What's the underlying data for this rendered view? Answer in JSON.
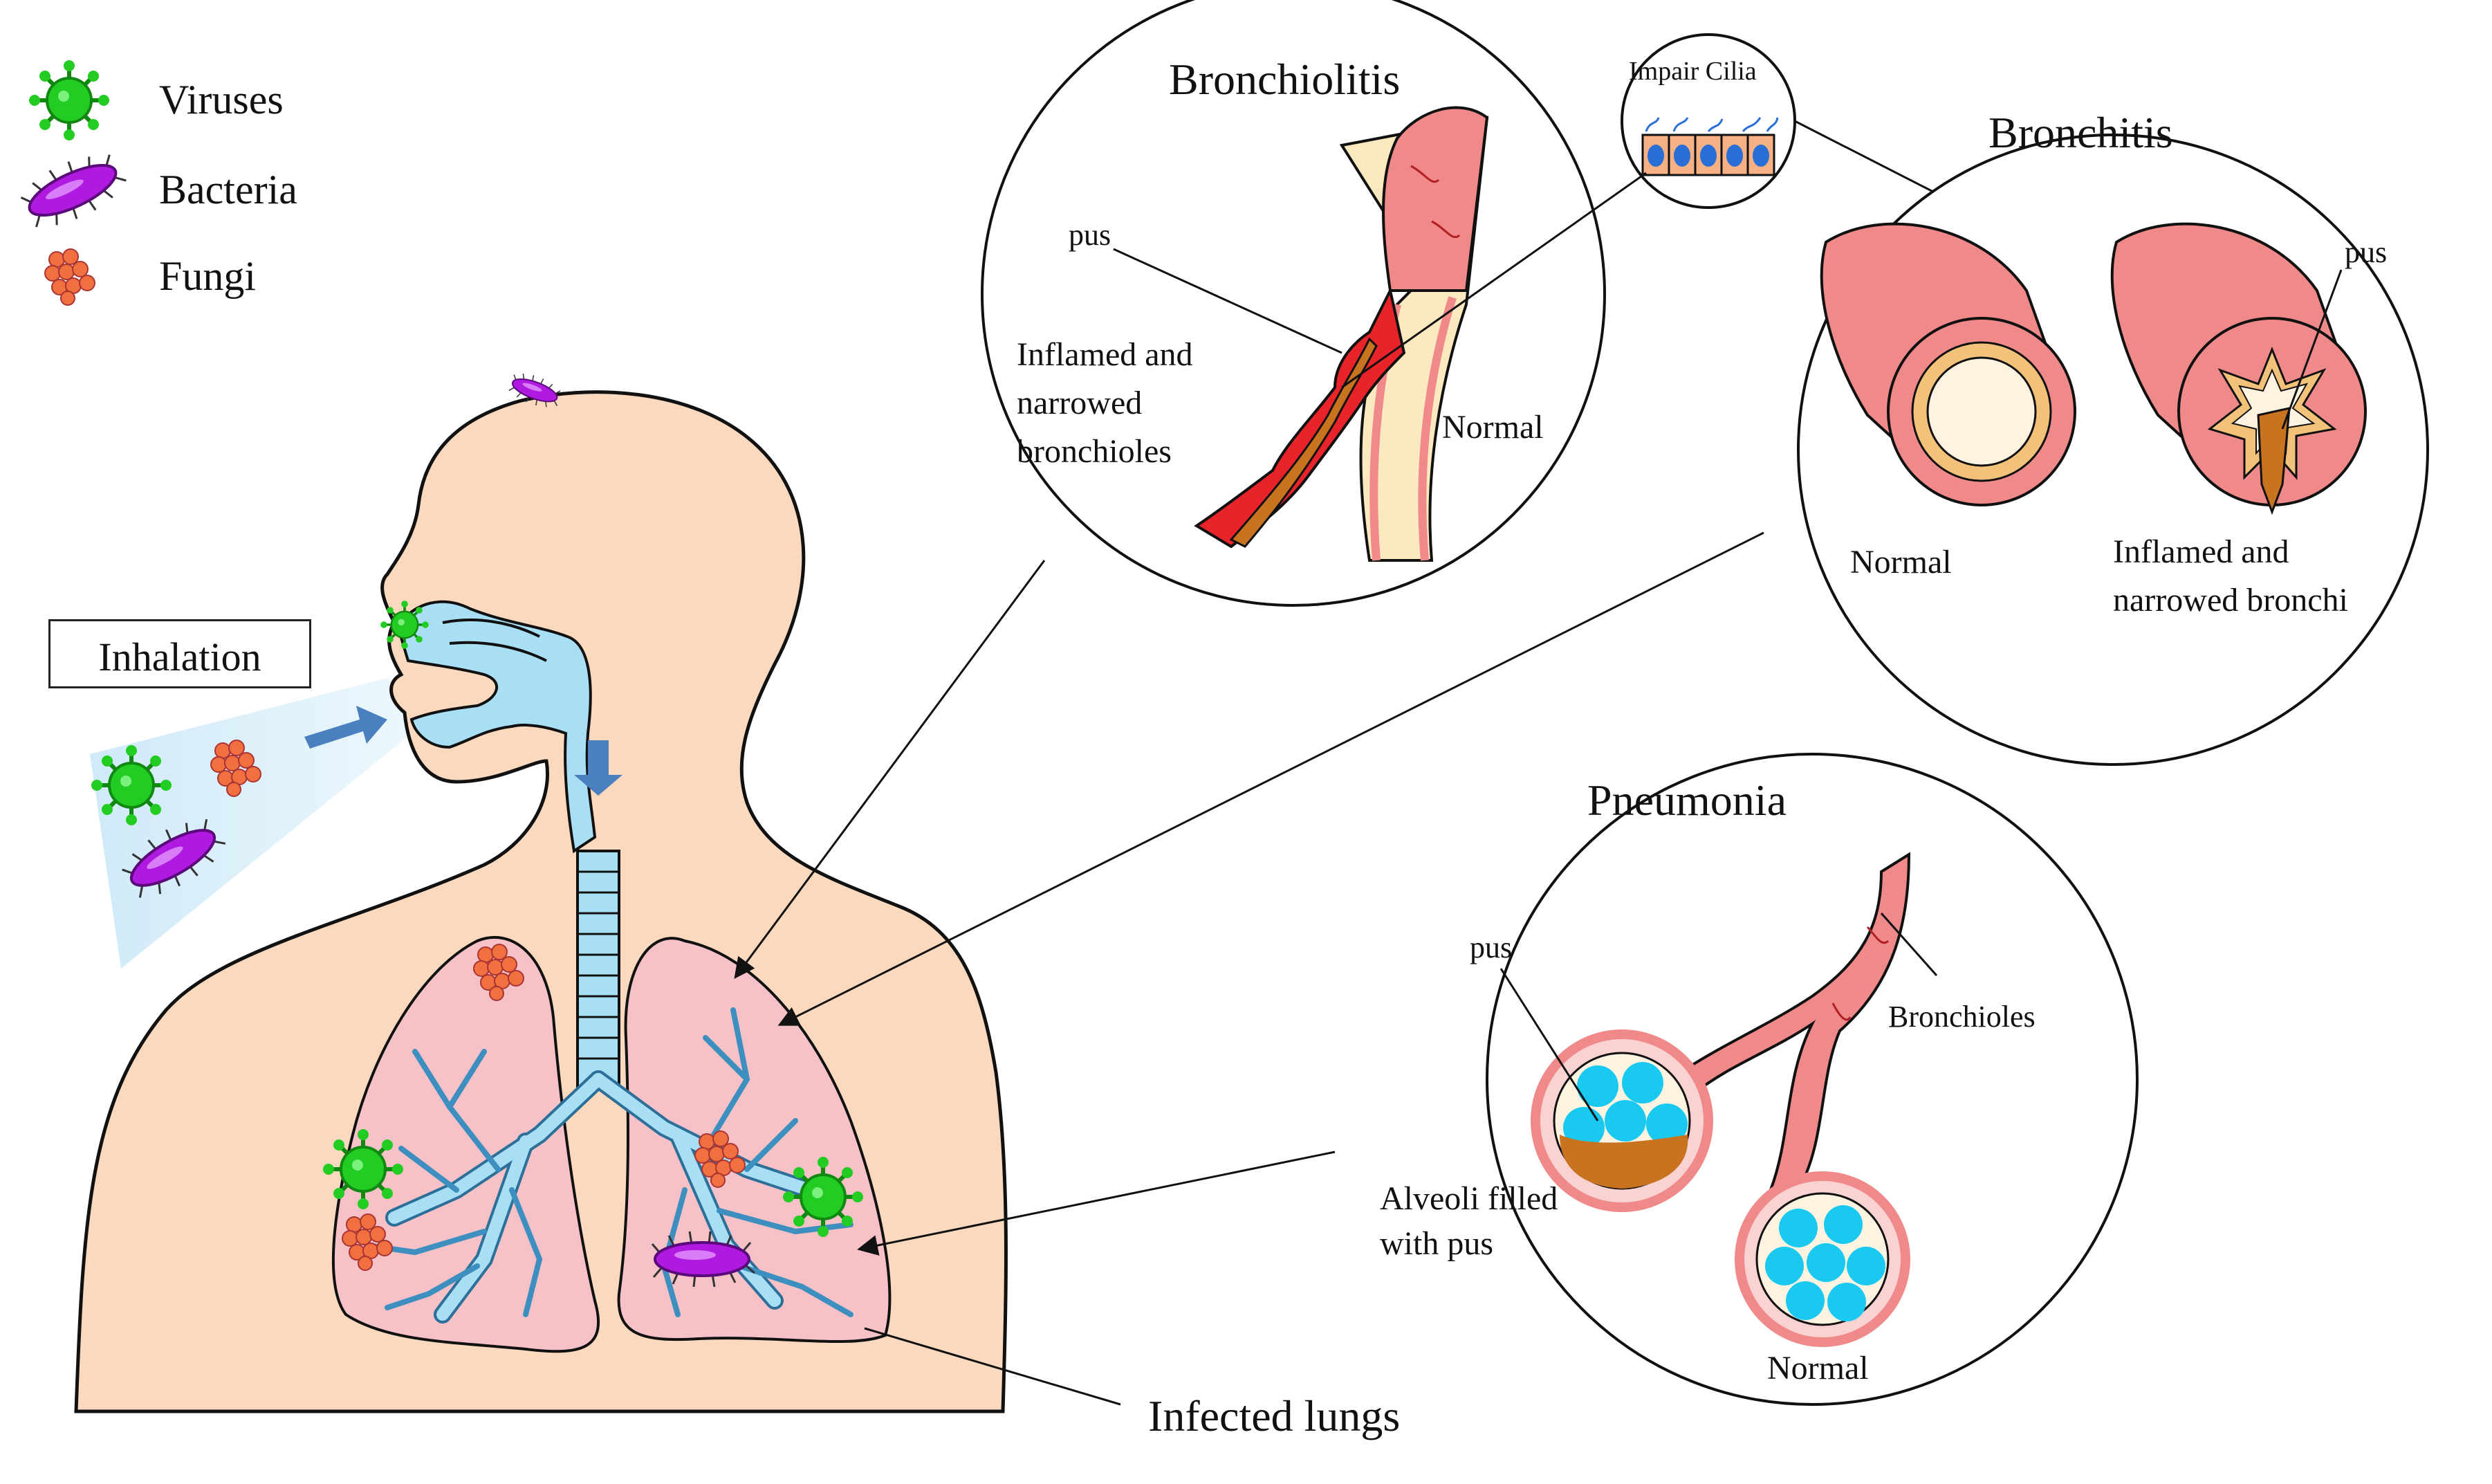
{
  "legend": {
    "viruses": "Viruses",
    "bacteria": "Bacteria",
    "fungi": "Fungi"
  },
  "inhalation": "Inhalation",
  "bronchiolitis": {
    "title": "Bronchiolitis",
    "pus": "pus",
    "inflamed_line1": "Inflamed and",
    "inflamed_line2": "narrowed",
    "inflamed_line3": "bronchioles",
    "normal": "Normal"
  },
  "cilia": {
    "title": "Impair Cilia"
  },
  "bronchitis": {
    "title": "Bronchitis",
    "pus": "pus",
    "normal": "Normal",
    "inflamed_line1": "Inflamed and",
    "inflamed_line2": "narrowed bronchi"
  },
  "pneumonia": {
    "title": "Pneumonia",
    "pus": "pus",
    "bronchioles": "Bronchioles",
    "alveoli_line1": "Alveoli filled",
    "alveoli_line2": "with pus",
    "normal": "Normal"
  },
  "infected_lungs": "Infected lungs",
  "colors": {
    "skin": "#fbd9be",
    "airway": "#a8dff4",
    "airway_stroke": "#3c8fbf",
    "lung": "#f7c1c8",
    "virus": "#22cc22",
    "bacteria": "#b019e0",
    "fungi": "#f07040",
    "pus": "#c8731f",
    "tissue": "#f08a8a",
    "alveoli_fluid": "#19c9f0"
  }
}
